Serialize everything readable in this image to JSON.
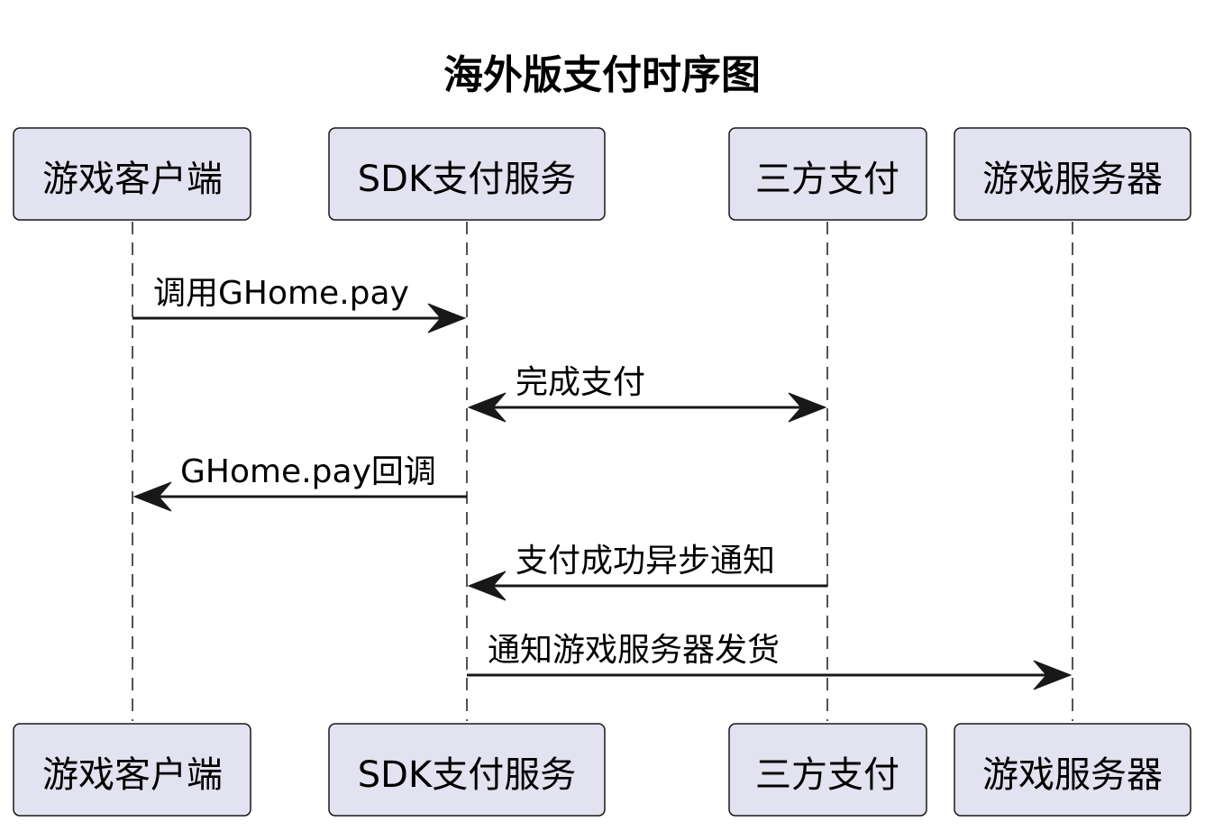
{
  "title": "海外版支付时序图",
  "participants": [
    {
      "id": "client",
      "label": "游戏客户端"
    },
    {
      "id": "sdk",
      "label": "SDK支付服务"
    },
    {
      "id": "third",
      "label": "三方支付"
    },
    {
      "id": "server",
      "label": "游戏服务器"
    }
  ],
  "messages": [
    {
      "from": "client",
      "to": "sdk",
      "label": "调用GHome.pay",
      "bidirectional": false
    },
    {
      "from": "sdk",
      "to": "third",
      "label": "完成支付",
      "bidirectional": true
    },
    {
      "from": "sdk",
      "to": "client",
      "label": "GHome.pay回调",
      "bidirectional": false
    },
    {
      "from": "third",
      "to": "sdk",
      "label": "支付成功异步通知",
      "bidirectional": false
    },
    {
      "from": "sdk",
      "to": "server",
      "label": "通知游戏服务器发货",
      "bidirectional": false
    }
  ],
  "colors": {
    "participant_fill": "#E2E2F0",
    "stroke": "#181818",
    "text": "#000000",
    "background": "#FFFFFF"
  }
}
